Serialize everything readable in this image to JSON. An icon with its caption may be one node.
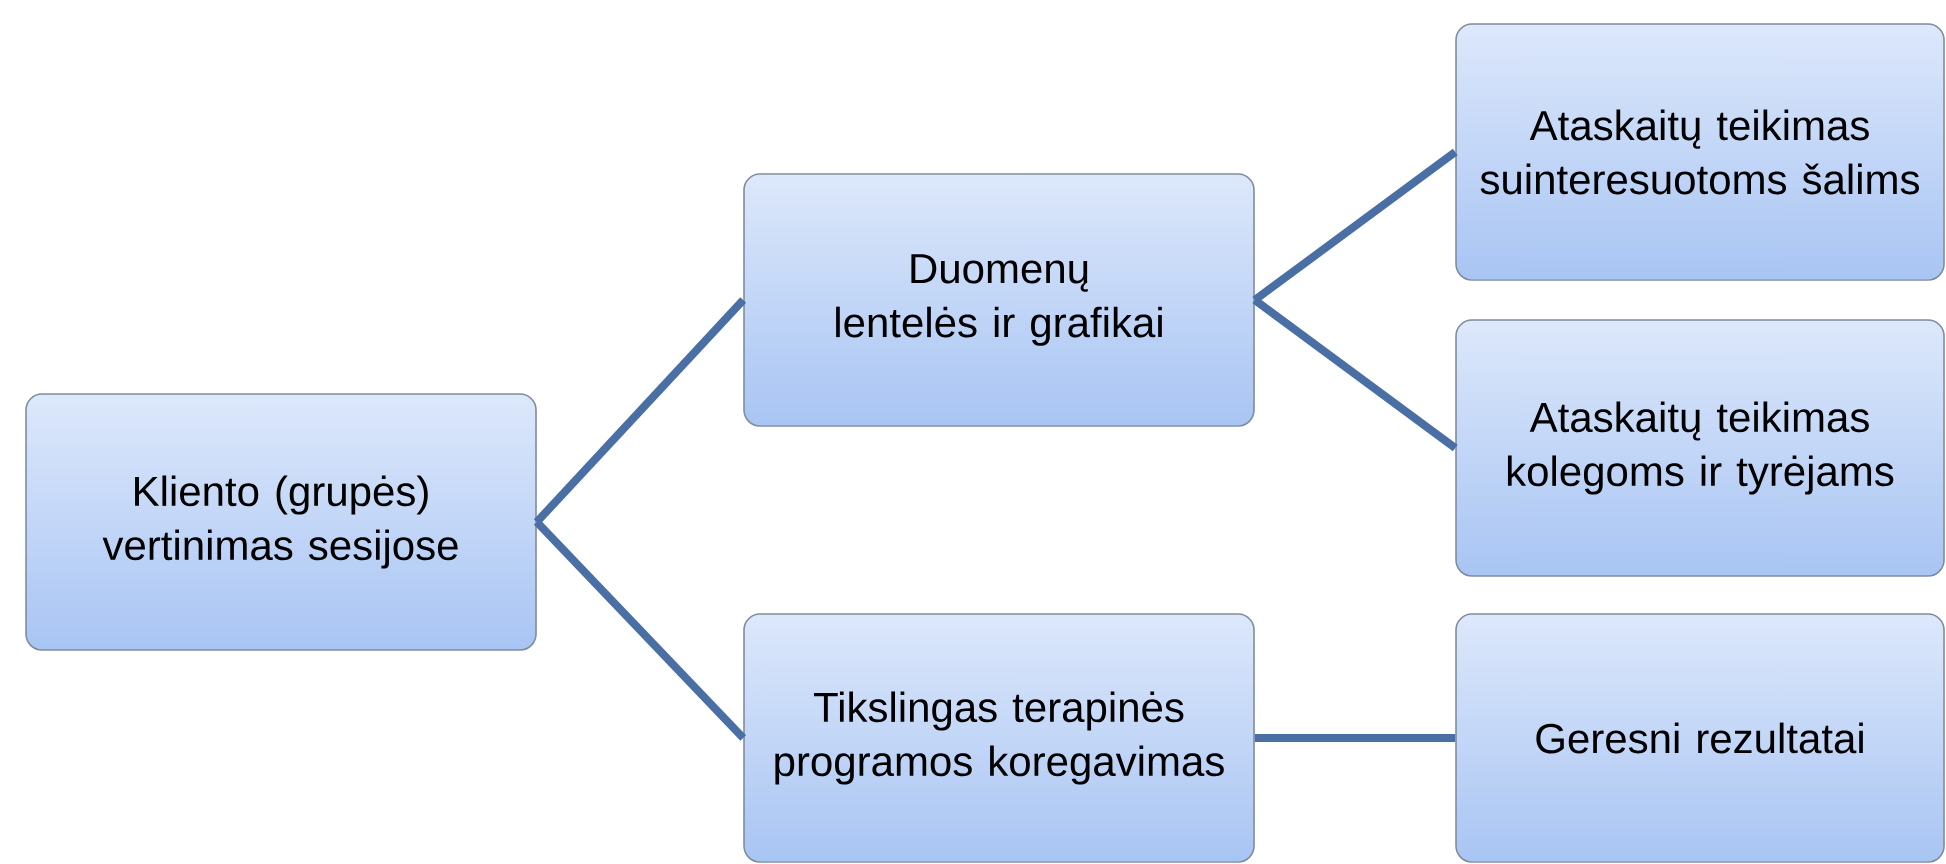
{
  "diagram": {
    "nodes": [
      {
        "text": [
          "Kliento (grupės) vertinimas sesijose"
        ]
      },
      {
        "text": [
          "Duomenų lentelės ir grafikai"
        ]
      },
      {
        "text": [
          "Tikslingas terapinės programos koregavimas"
        ]
      },
      {
        "text": [
          "Ataskaitų teikimas suinteresuotoms šalims"
        ]
      },
      {
        "text": [
          "Ataskaitų teikimas kolegoms ir tyrėjams"
        ]
      },
      {
        "text": [
          "Geresni rezultatai"
        ]
      }
    ],
    "edges": [
      {
        "from": 0,
        "to": 1,
        "arrow": "none"
      },
      {
        "from": 0,
        "to": 2,
        "arrow": "none"
      },
      {
        "from": 1,
        "to": 3,
        "arrow": "none"
      },
      {
        "from": 1,
        "to": 4,
        "arrow": "none"
      },
      {
        "from": 2,
        "to": 5,
        "arrow": "none"
      }
    ]
  }
}
